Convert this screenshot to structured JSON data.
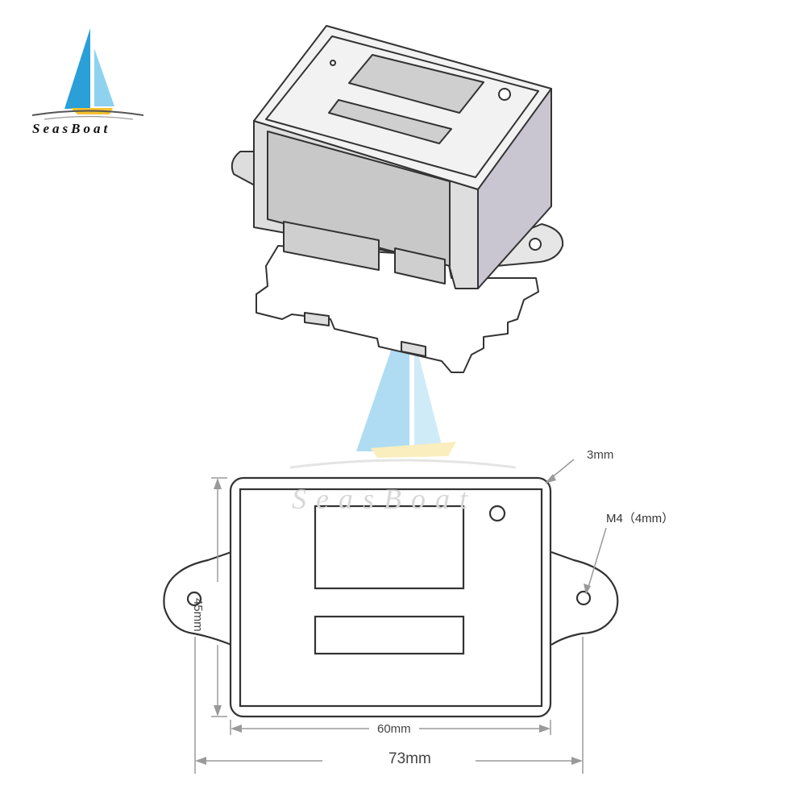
{
  "logo": {
    "text": "SeasBoat"
  },
  "watermark": {
    "text": "SeasBoat"
  },
  "dimensions": {
    "corner_thickness": "3mm",
    "hole": "M4（4mm）",
    "height": "45mm",
    "inner_width": "60mm",
    "total_width": "73mm"
  },
  "colors": {
    "line": "#333333",
    "dim_line": "#9a9a9a",
    "box_front": "#d6d6d6",
    "box_side": "#c9c6d2",
    "sail_left": "#2a9fd8",
    "sail_right": "#7cc8ec",
    "boat_yellow": "#f2c12e"
  }
}
